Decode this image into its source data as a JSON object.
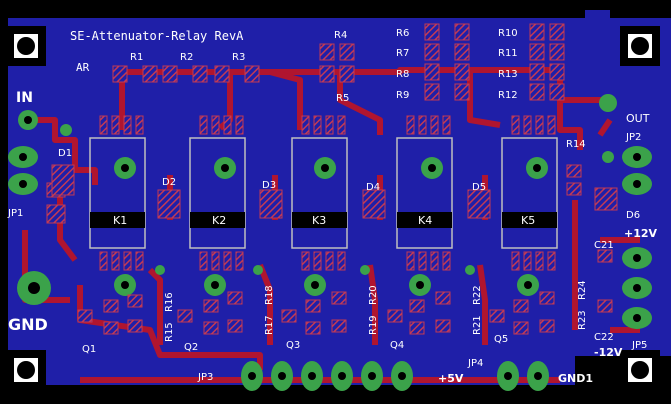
{
  "board": {
    "title": "SE-Attenuator-Relay RevA",
    "marking": "AR",
    "colors": {
      "background": "#000000",
      "board": "#1f1fa8",
      "trace": "#b0152f",
      "pad": "#3ba24a",
      "silk": "#ffffff",
      "hatch": "#c23a55"
    }
  },
  "labels": {
    "in": "IN",
    "out": "OUT",
    "gnd": "GND",
    "gnd1": "GND1",
    "plus12v": "+12V",
    "minus12v": "-12V",
    "plus5v": "+5V"
  },
  "resistors": [
    "R1",
    "R2",
    "R3",
    "R4",
    "R5",
    "R6",
    "R7",
    "R8",
    "R9",
    "R10",
    "R11",
    "R12",
    "R13",
    "R14",
    "R15",
    "R16",
    "R17",
    "R18",
    "R19",
    "R20",
    "R21",
    "R22",
    "R23",
    "R24"
  ],
  "relays": [
    "K1",
    "K2",
    "K3",
    "K4",
    "K5"
  ],
  "diodes": [
    "D1",
    "D2",
    "D3",
    "D4",
    "D5",
    "D6"
  ],
  "transistors": [
    "Q1",
    "Q2",
    "Q3",
    "Q4",
    "Q5"
  ],
  "jumpers": [
    "JP1",
    "JP2",
    "JP3",
    "JP4",
    "JP5"
  ],
  "capacitors": [
    "C21",
    "C22"
  ]
}
